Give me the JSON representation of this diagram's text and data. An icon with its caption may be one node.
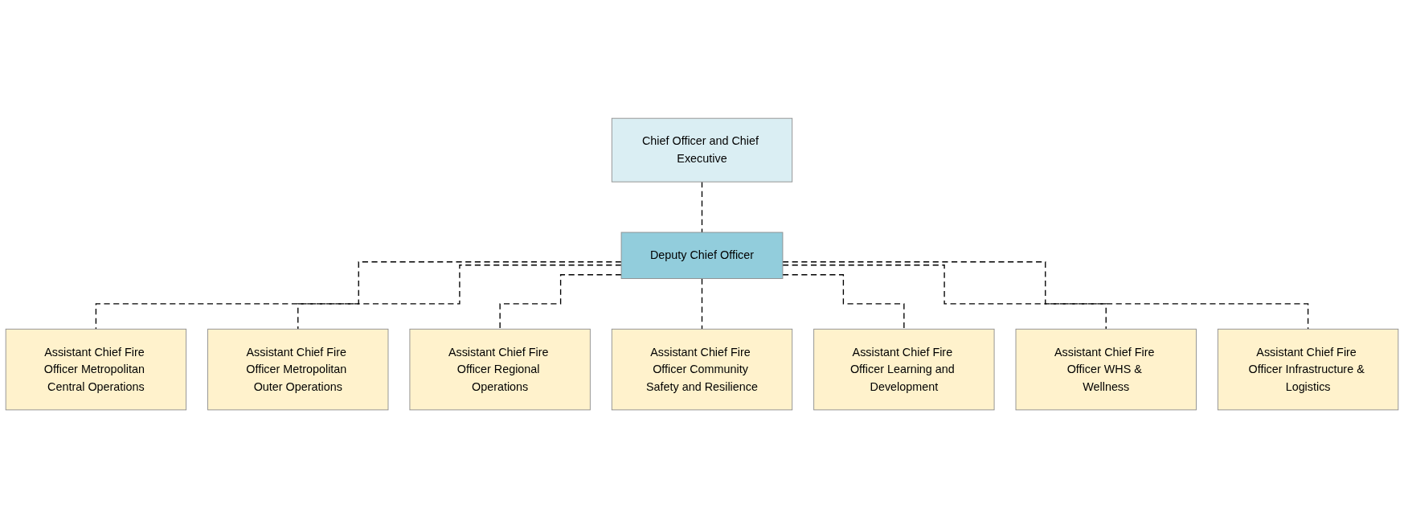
{
  "diagram": {
    "nodes": [
      {
        "text": [
          "Chief Officer and Chief Executive"
        ]
      },
      {
        "text": [
          "Deputy Chief Officer"
        ]
      },
      {
        "text": [
          "Assistant Chief Fire Officer Metropolitan Central Operations"
        ]
      },
      {
        "text": [
          "Assistant Chief Fire Officer Metropolitan Outer Operations"
        ]
      },
      {
        "text": [
          "Assistant Chief Fire Officer Regional Operations"
        ]
      },
      {
        "text": [
          "Assistant Chief Fire Officer Community Safety and Resilience"
        ]
      },
      {
        "text": [
          "Assistant Chief Fire Officer Learning and Development"
        ]
      },
      {
        "text": [
          "Assistant Chief Fire Officer WHS & Wellness"
        ]
      },
      {
        "text": [
          "Assistant Chief Fire Officer Infrastructure & Logistics"
        ]
      }
    ],
    "edges": [
      {
        "from": 0,
        "to": 1,
        "arrow": "none",
        "style": "dashed"
      },
      {
        "from": 1,
        "to": 2,
        "arrow": "none",
        "style": "dashed"
      },
      {
        "from": 1,
        "to": 3,
        "arrow": "none",
        "style": "dashed"
      },
      {
        "from": 1,
        "to": 4,
        "arrow": "none",
        "style": "dashed"
      },
      {
        "from": 1,
        "to": 5,
        "arrow": "none",
        "style": "dashed"
      },
      {
        "from": 1,
        "to": 6,
        "arrow": "none",
        "style": "dashed"
      },
      {
        "from": 1,
        "to": 7,
        "arrow": "none",
        "style": "dashed"
      },
      {
        "from": 1,
        "to": 8,
        "arrow": "none",
        "style": "dashed"
      }
    ]
  }
}
